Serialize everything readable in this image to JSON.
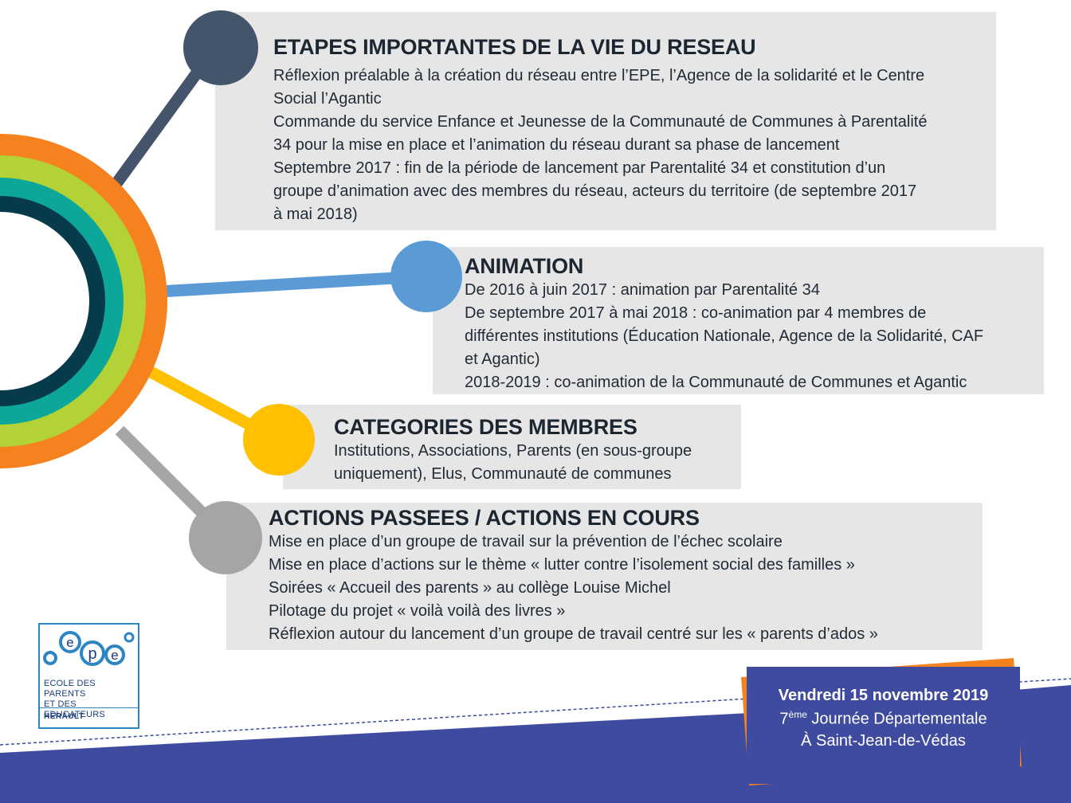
{
  "colors": {
    "ring_orange": "#f5821f",
    "ring_lime": "#b3d235",
    "ring_teal": "#0ca69b",
    "ring_dark": "#073b4c",
    "node_slate": "#44546a",
    "node_blue": "#5b9bd5",
    "node_yellow": "#ffc000",
    "node_gray": "#a5a5a5",
    "panel_bg": "#e7e6e6",
    "footer_blue": "#3f4b9e",
    "accent_orange": "#f5821f"
  },
  "sections": [
    {
      "title": "ETAPES IMPORTANTES DE LA VIE DU RESEAU",
      "lines": [
        "Réflexion préalable à la création du réseau entre l’EPE, l’Agence de la solidarité et le Centre",
        "Social l’Agantic",
        "Commande du service Enfance et Jeunesse de la Communauté de Communes à Parentalité",
        "34 pour la mise en place et l’animation du réseau durant sa phase de lancement",
        "Septembre 2017 : fin de la période de lancement par Parentalité 34 et constitution d’un",
        "groupe d’animation avec des membres du réseau, acteurs du territoire  (de septembre 2017",
        "à mai 2018)"
      ]
    },
    {
      "title": "ANIMATION",
      "lines": [
        "De 2016 à juin 2017 : animation par Parentalité 34",
        "De septembre 2017 à mai 2018 : co-animation par 4 membres de",
        "différentes institutions (Éducation Nationale, Agence de la Solidarité, CAF",
        "et Agantic)",
        "2018-2019 : co-animation de la Communauté de Communes et Agantic"
      ]
    },
    {
      "title": "CATEGORIES DES MEMBRES",
      "lines": [
        "Institutions, Associations, Parents (en sous-groupe",
        "uniquement), Elus, Communauté de communes"
      ]
    },
    {
      "title": "ACTIONS PASSEES / ACTIONS EN COURS",
      "lines": [
        "Mise en place d’un groupe de travail sur la prévention de l’échec scolaire",
        "Mise en place d’actions sur le thème « lutter contre l’isolement social des familles »",
        "Soirées « Accueil des parents » au collège Louise Michel",
        "Pilotage du projet « voilà voilà des livres »",
        "Réflexion autour du lancement d’un groupe de travail centré sur les « parents d’ados »"
      ]
    }
  ],
  "logo": {
    "mark": "epe",
    "line1": "ECOLE DES PARENTS",
    "line2": "ET DES EDUCATEURS",
    "region": "HÉRAULT"
  },
  "event": {
    "date": "Vendredi 15 novembre 2019",
    "edition_number": "7",
    "edition_suffix": "ème",
    "edition_rest": " Journée Départementale",
    "place": "À Saint-Jean-de-Védas"
  }
}
